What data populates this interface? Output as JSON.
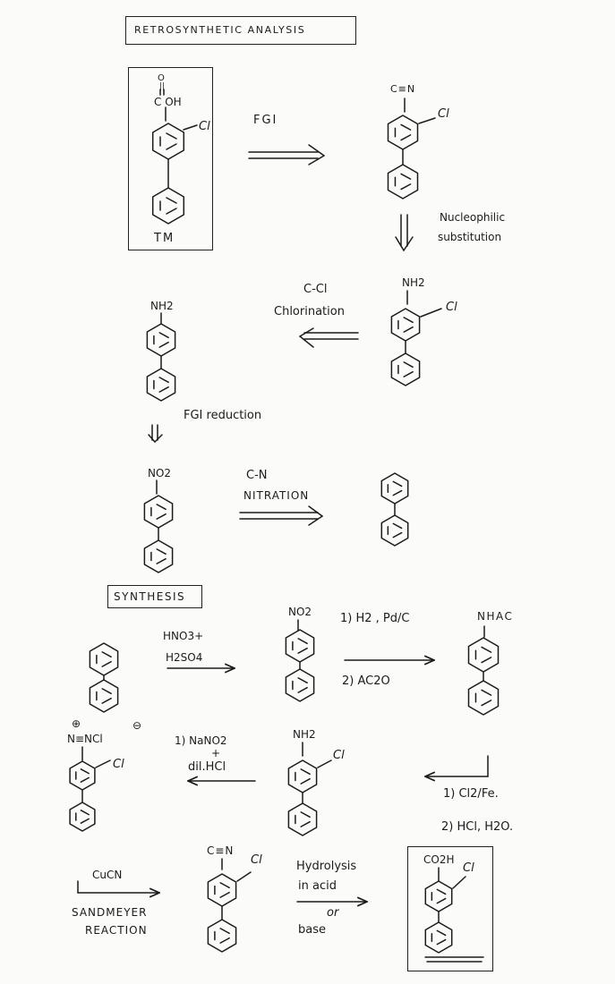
{
  "title": "RETROSYNTHETIC ANALYSIS",
  "retro": {
    "tm_group": "O\n||\nC-OH",
    "tm_cl": "Cl",
    "tm_label": "TM",
    "fgi_label": "FGI",
    "cn_group": "C≡N",
    "cn_cl": "Cl",
    "ns_label_1": "Nucleophilic",
    "ns_label_2": "substitution",
    "amine_group": "NH2",
    "amine_cl": "Cl",
    "ccl_label": "C-Cl",
    "chlorination_label": "Chlorination",
    "aniline_group": "NH2",
    "fgi_reduction_label": "FGI reduction",
    "nitro_group": "NO2",
    "cn_bond_label": "C-N",
    "nitration_label": "NITRATION"
  },
  "synthesis": {
    "heading": "SYNTHESIS",
    "reagent_hno3": "HNO3+",
    "reagent_h2so4": "H2SO4",
    "nitro_group": "NO2",
    "step_h2": "1) H2 , Pd/C",
    "step_ac2o": "2) AC2O",
    "nhac_group": "NHAC",
    "diazonium_group": "N≡NCl",
    "diazonium_plus": "⊕",
    "diazonium_minus": "⊖",
    "diazonium_cl": "Cl",
    "step_nano2": "1) NaNO2",
    "step_plus": "+",
    "step_dilhcl": "dil.HCl",
    "amine_group": "NH2",
    "amine_cl": "Cl",
    "step_cl2fe": "1) Cl2/Fe.",
    "step_hcl_h2o": "2) HCl, H2O.",
    "reagent_cucn": "CuCN",
    "sandmeyer_1": "SANDMEYER",
    "sandmeyer_2": "REACTION",
    "nitrile_group": "C≡N",
    "nitrile_cl": "Cl",
    "hydrolysis_1": "Hydrolysis",
    "hydrolysis_2": "in acid",
    "hydrolysis_or": "or",
    "hydrolysis_3": "base",
    "product_group": "CO2H",
    "product_cl": "Cl"
  }
}
